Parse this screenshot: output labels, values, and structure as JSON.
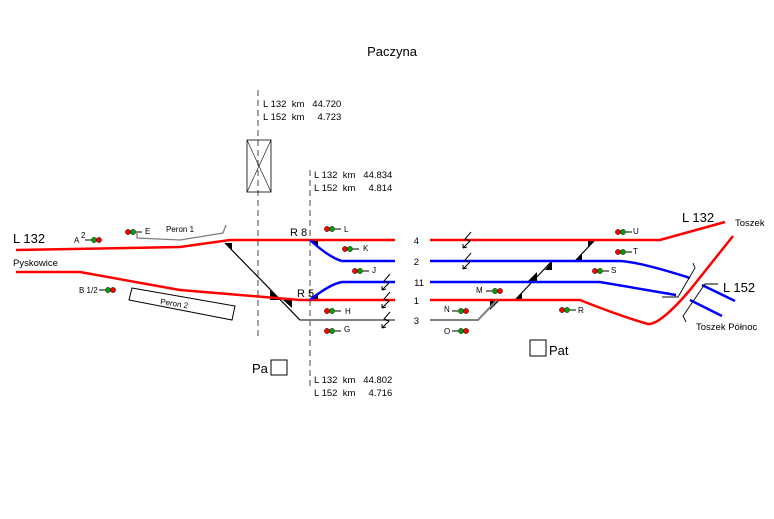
{
  "title": "Paczyna",
  "colors": {
    "line_132": "#ff0000",
    "line_152": "#0000ff",
    "siding": "#808080"
  },
  "lines": {
    "l132_left": "L 132",
    "pyskowice": "Pyskowice",
    "l132_right": "L 132",
    "toszek": "Toszek",
    "l152": "L 152",
    "toszek_polnoc": "Toszek Północ"
  },
  "km_markers": [
    {
      "row1": "L 132  km   44.720",
      "row2": "L 152  km     4.723"
    },
    {
      "row1": "L 132  km   44.834",
      "row2": "L 152  km     4.814"
    },
    {
      "row1": "L 132  km   44.802",
      "row2": "L 152  km     4.716"
    }
  ],
  "tracks": [
    "4",
    "2",
    "11",
    "1",
    "3"
  ],
  "platforms": [
    "Peron 1",
    "Peron 2"
  ],
  "routes": [
    "R 8",
    "R 5"
  ],
  "signals": [
    "A",
    "2",
    "E",
    "B 1/2",
    "L",
    "K",
    "J",
    "H",
    "G",
    "M",
    "N",
    "O",
    "U",
    "T",
    "S",
    "R"
  ],
  "boxes": [
    "Pa",
    "Pat"
  ]
}
